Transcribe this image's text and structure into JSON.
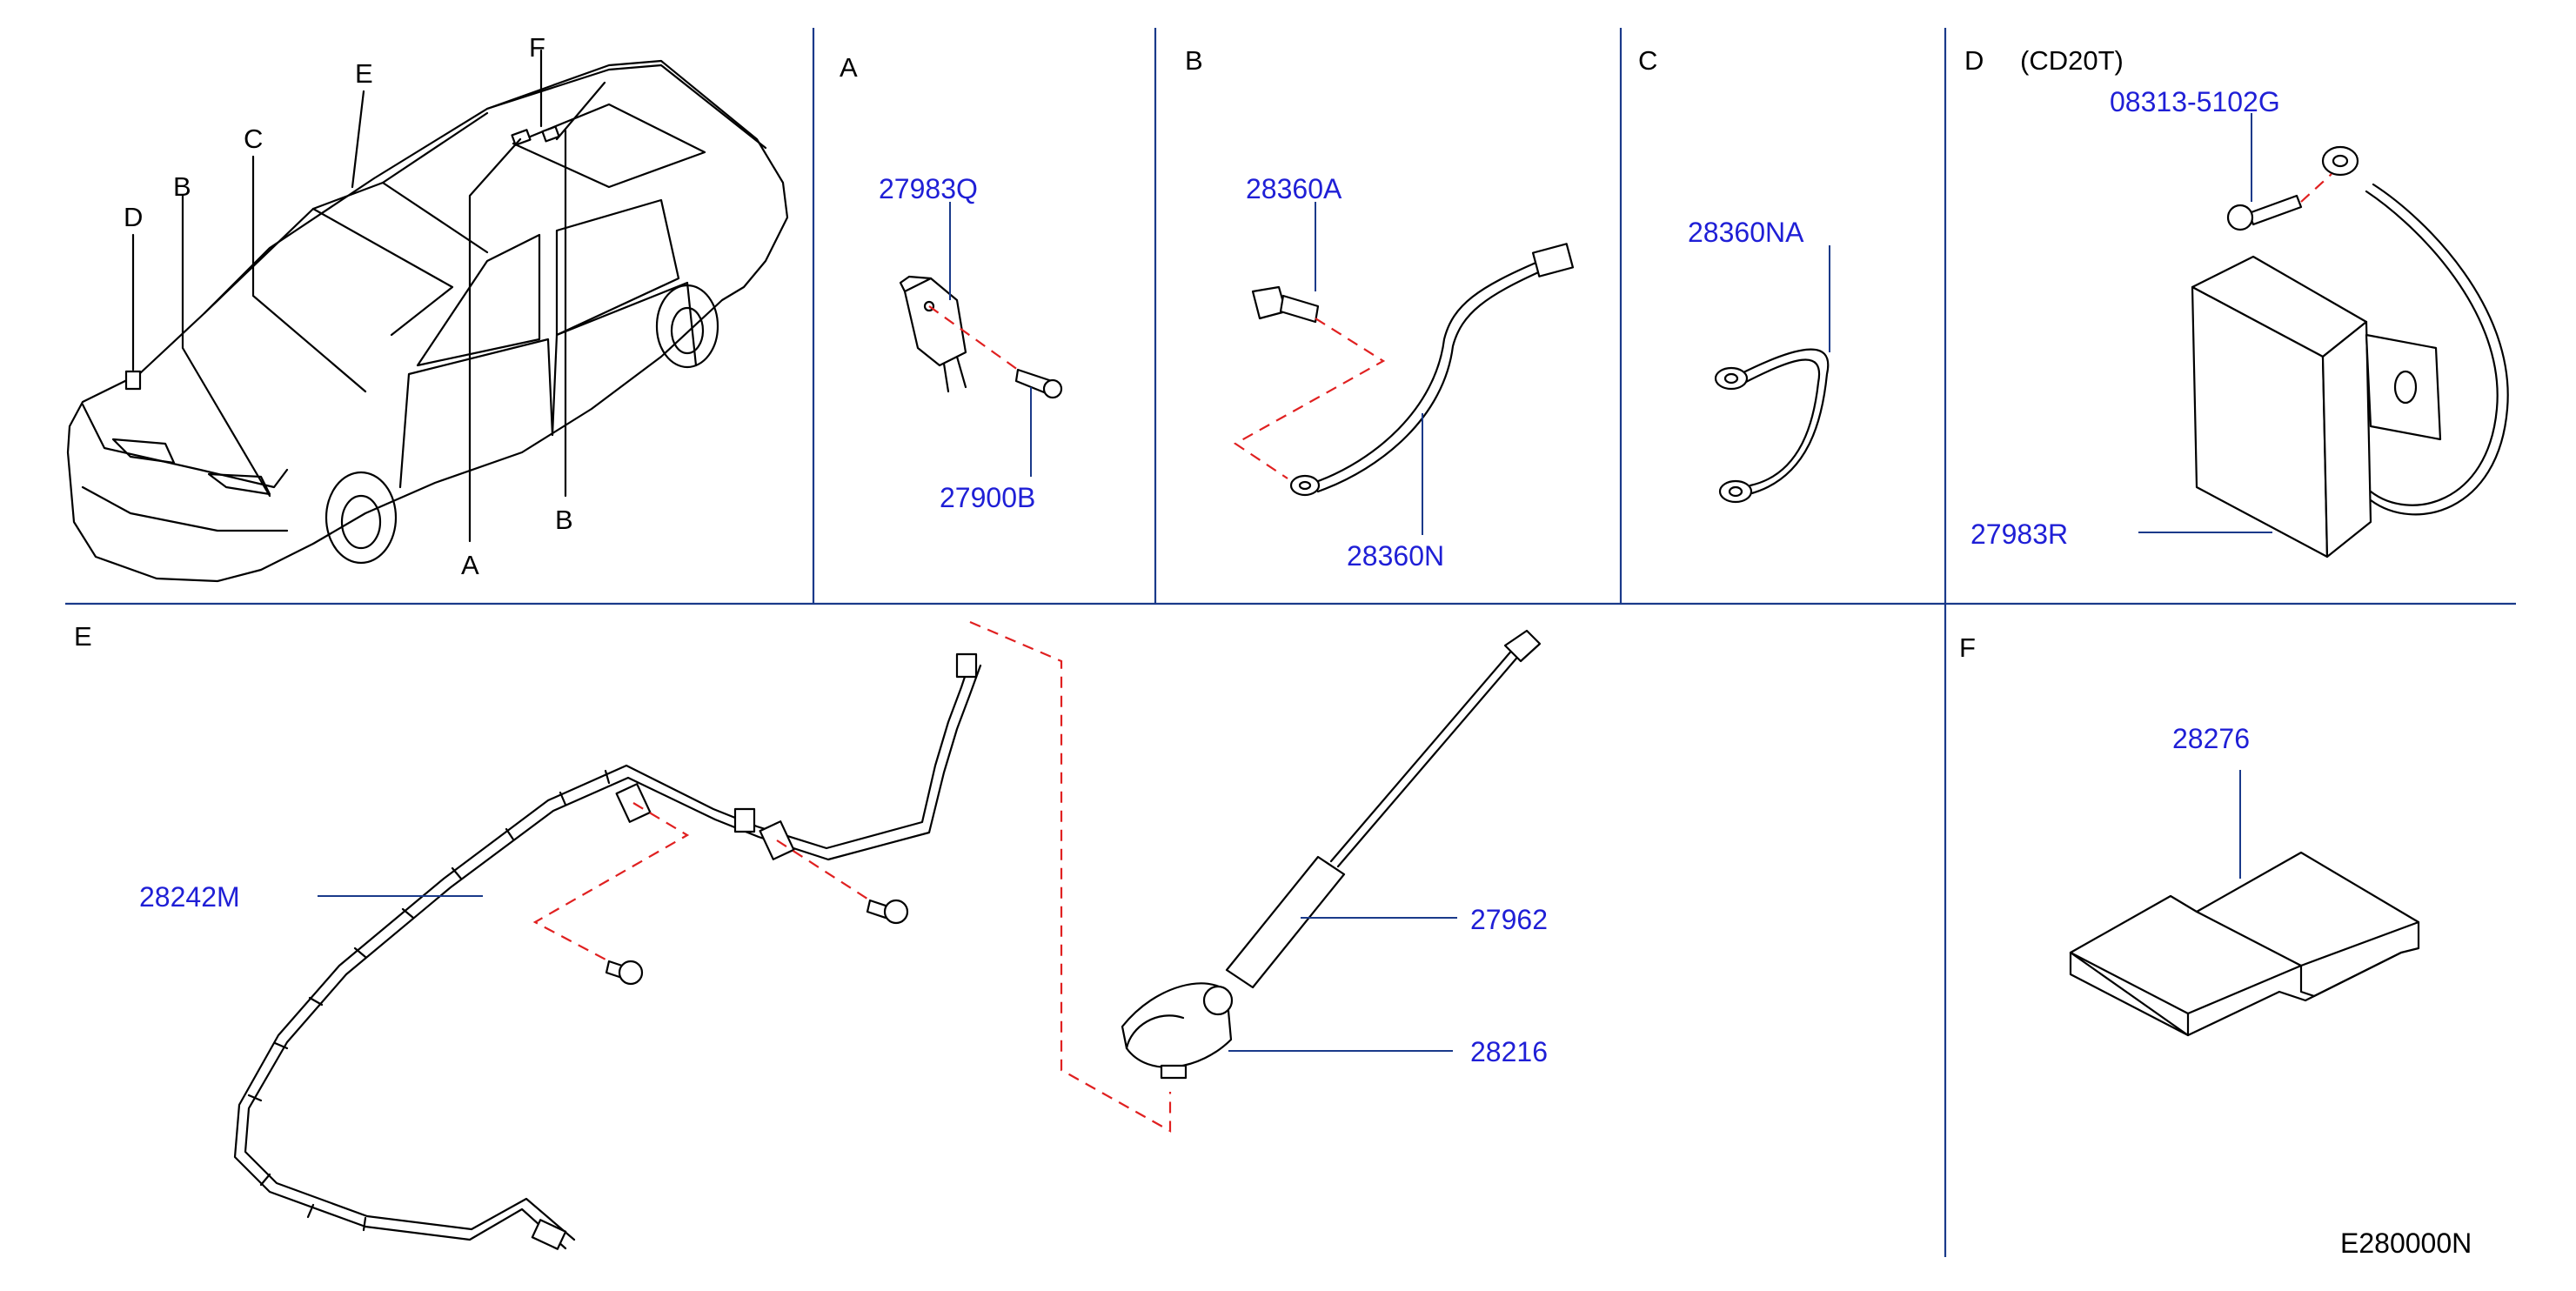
{
  "colors": {
    "part_number": "#1f1fd6",
    "divider": "#1a3a8a",
    "dashed_link": "#e02020",
    "line_art": "#000000"
  },
  "overview": {
    "callouts": [
      "A",
      "B",
      "B",
      "C",
      "D",
      "E",
      "F"
    ]
  },
  "sections": {
    "A": {
      "label": "A",
      "parts": [
        "27983Q",
        "27900B"
      ]
    },
    "B": {
      "label": "B",
      "parts": [
        "28360A",
        "28360N"
      ]
    },
    "C": {
      "label": "C",
      "parts": [
        "28360NA"
      ]
    },
    "D": {
      "label": "D",
      "variant": "(CD20T)",
      "parts": [
        "08313-5102G",
        "27983R"
      ]
    },
    "E": {
      "label": "E",
      "parts": [
        "28242M",
        "27962",
        "28216"
      ]
    },
    "F": {
      "label": "F",
      "parts": [
        "28276"
      ]
    }
  },
  "diagram_code": "E280000N"
}
